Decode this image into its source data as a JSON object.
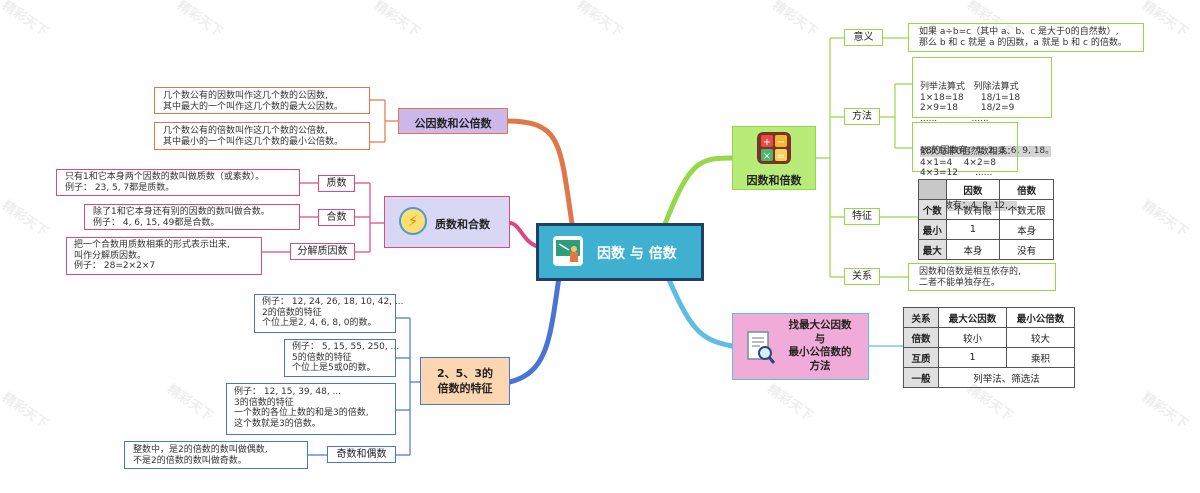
{
  "central": "因数 与 倍数",
  "topics": {
    "gcf": "公因数和公倍数",
    "prime": "质数和合数",
    "div": "2、5、3的\n倍数的特征",
    "factors": "因数和倍数",
    "method": "找最大公因数\n与\n最小公倍数的\n方法"
  },
  "gcf_notes": {
    "n1": "几个数公有的因数叫作这几个数的公因数,\n其中最大的一个叫作这几个数的最大公因数。",
    "n2": "几个数公有的倍数叫作这几个数的公倍数,\n其中最小的一个叫作这几个数的最小公倍数。"
  },
  "prime": {
    "l1": "质数",
    "t1": "只有1和它本身两个因数的数叫做质数（或素数）。\n例子： 23, 5, 7都是质数。",
    "l2": "合数",
    "t2": "除了1和它本身还有别的因数的数叫做合数。\n例子： 4, 6, 15, 49都是合数。",
    "l3": "分解质因数",
    "t3": "把一个合数用质数相乘的形式表示出来,\n叫作分解质因数。\n例子： 28=2×2×7"
  },
  "div": {
    "t1": "例子： 12, 24, 26, 18, 10, 42, ...\n2的倍数的特征\n个位上是2, 4, 6, 8, 0的数。",
    "t2": "例子： 5, 15, 55, 250, ...\n5的倍数的特征\n个位上是5或0的数。",
    "t3": "例子： 12, 15, 39, 48, ...\n3的倍数的特征\n一个数的各位上数的和是3的倍数,\n这个数就是3的倍数。",
    "l4": "奇数和偶数",
    "t4": "整数中，是2的倍数的数叫做偶数,\n不是2的倍数的数叫做奇数。"
  },
  "factors": {
    "l1": "意义",
    "t1": "如果 a÷b=c（其中 a、b、c 是大于0的自然数）,\n那么 b 和 c 就是 a 的因数，a 就是 b 和 c 的倍数。",
    "l2": "方法",
    "t2a": "列举法算式   列除法算式\n1×18=18      18/1=18\n2×9=18        18/2=9\n......            ......",
    "t2b": "18的因数有：1, 2, 3, 6, 9, 18。",
    "t3a": "依次与非0自然数相乘：\n4×1=4    4×2=8\n4×3=12      ......",
    "t3b": "4的倍数有：4, 8, 12, ...",
    "l3": "特征",
    "l4": "关系",
    "t4": "因数和倍数是相互依存的,\n二者不能单独存在。"
  },
  "feature_table": {
    "header": [
      "",
      "因数",
      "倍数"
    ],
    "rows": [
      [
        "个数",
        "个数有限",
        "个数无限"
      ],
      [
        "最小",
        "1",
        "本身"
      ],
      [
        "最大",
        "本身",
        "没有"
      ]
    ]
  },
  "method_table": {
    "header": [
      "关系",
      "最大公因数",
      "最小公倍数"
    ],
    "rows": [
      [
        "倍数",
        "较小",
        "较大"
      ],
      [
        "互质",
        "1",
        "乘积"
      ],
      [
        "一般",
        "列举法、筛选法"
      ]
    ]
  },
  "watermark": "精彩天下",
  "colors": {
    "central_bg": "#3fb0cf",
    "central_border": "#1e3f66",
    "gcf_bg": "#cdb8ec",
    "gcf_line": "#e0774a",
    "prime_bg": "#d8d8f4",
    "prime_line": "#d94a84",
    "div_bg": "#fcd6b0",
    "div_line": "#4a74d4",
    "factors_bg": "#b8ec78",
    "factors_line": "#96d84a",
    "method_bg": "#f1abd8",
    "method_line": "#5fbde0"
  }
}
